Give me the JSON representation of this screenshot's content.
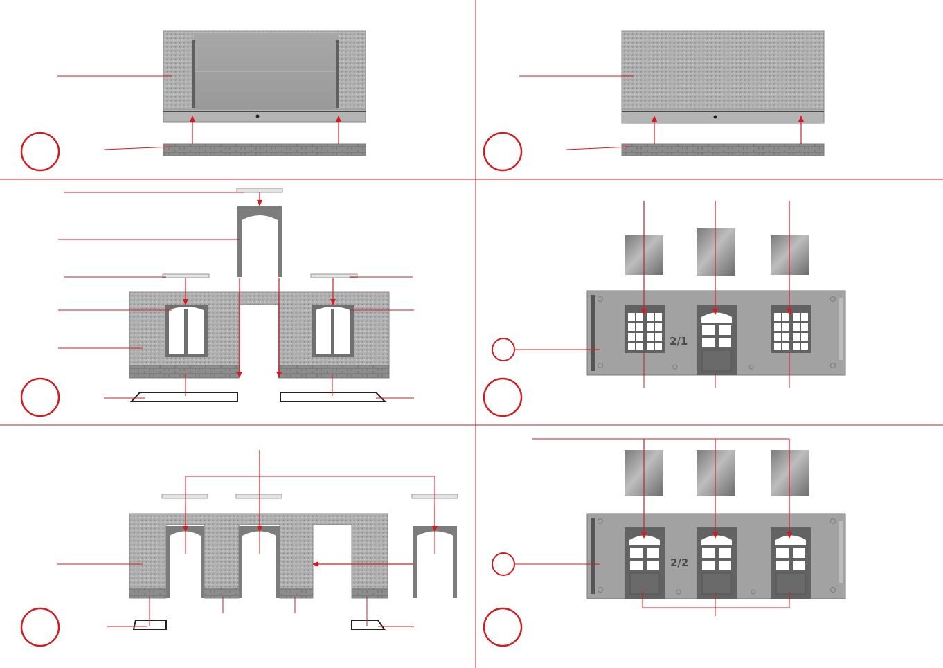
{
  "sheet": {
    "accent_color": "#d71920",
    "outline_color": "#222222",
    "stone_color": "#a9a9a9",
    "frame_color": "#6f6f6f",
    "glass_color": "#8a8a8a"
  },
  "panels": [
    {
      "id": "top-left",
      "description_visible": false
    },
    {
      "id": "top-right",
      "description_visible": false
    },
    {
      "id": "middle-left",
      "description_visible": false
    },
    {
      "id": "middle-right",
      "wall_marking": "2/1"
    },
    {
      "id": "bottom-left",
      "description_visible": false
    },
    {
      "id": "bottom-right",
      "wall_marking": "2/2"
    }
  ],
  "icons": [
    "step-circle-icon",
    "callout-circle-icon"
  ]
}
